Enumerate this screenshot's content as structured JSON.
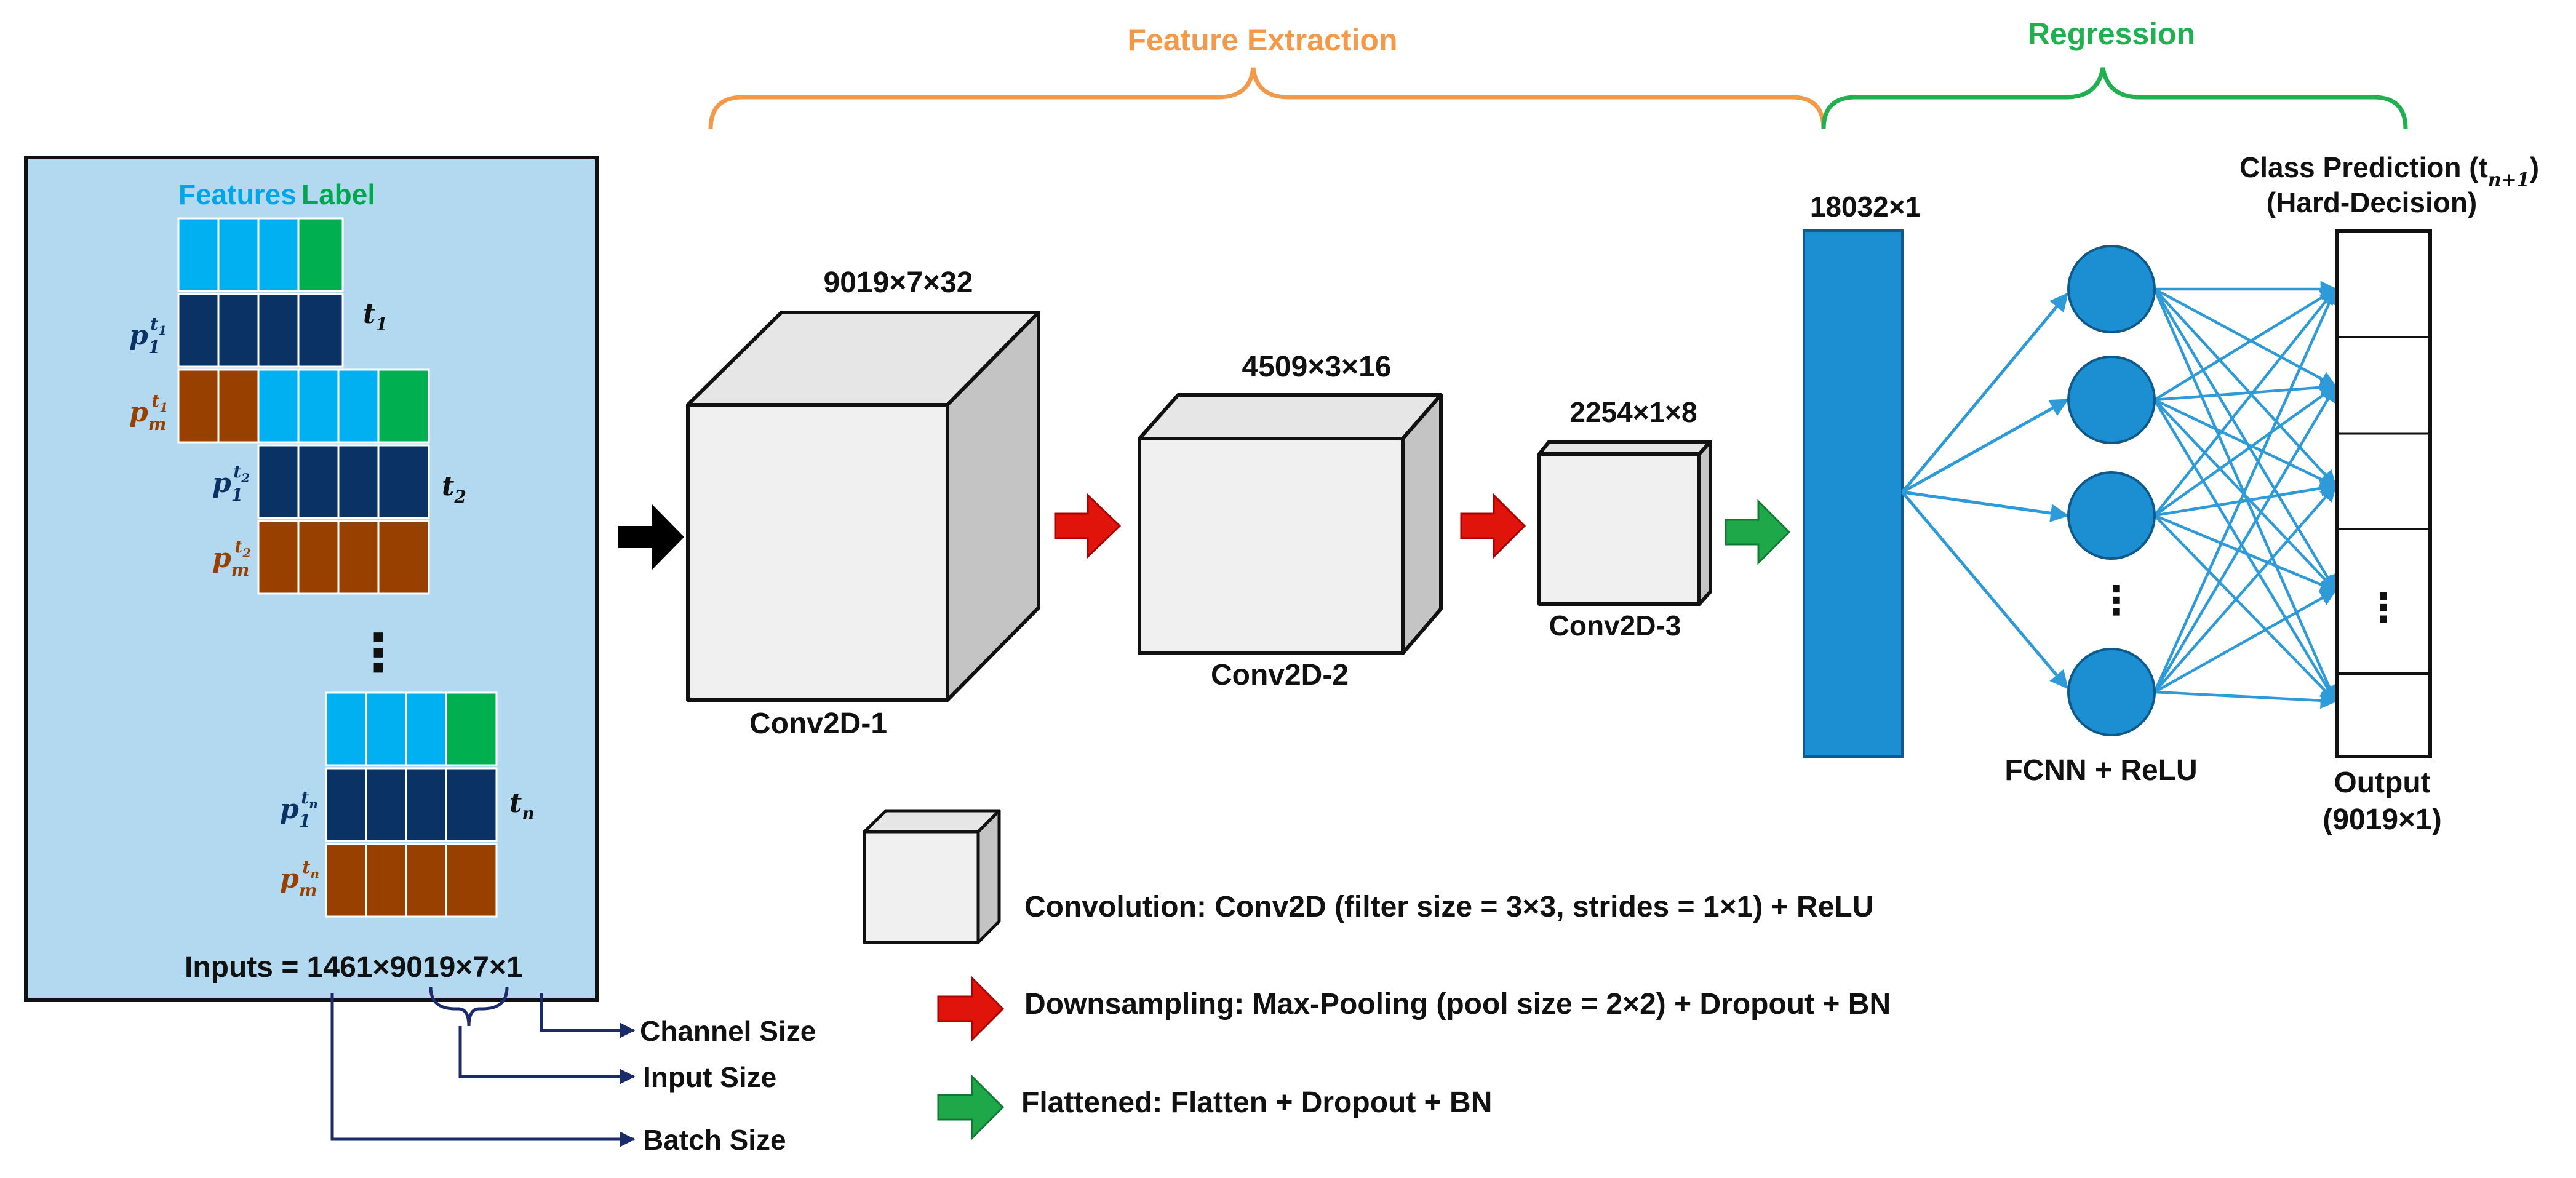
{
  "sections": {
    "feature_extraction": "Feature Extraction",
    "regression": "Regression"
  },
  "input_panel": {
    "features_label": "Features",
    "label_label": "Label",
    "time_labels": [
      "t",
      "t",
      "t"
    ],
    "time_subscripts": [
      "1",
      "2",
      "n"
    ],
    "row_p_symbol": "p",
    "row_sub_first": "1",
    "row_sub_last": "m",
    "vertical_ellipsis": "⋮",
    "inputs_label": "Inputs = 1461×9019×7×1"
  },
  "input_dims": {
    "channel": "Channel Size",
    "input": "Input Size",
    "batch": "Batch Size"
  },
  "layers": {
    "conv1": {
      "name": "Conv2D-1",
      "shape": "9019×7×32"
    },
    "conv2": {
      "name": "Conv2D-2",
      "shape": "4509×3×16"
    },
    "conv3": {
      "name": "Conv2D-3",
      "shape": "2254×1×8"
    },
    "flatten": {
      "shape": "18032×1"
    },
    "fcnn": {
      "name": "FCNN + ReLU",
      "ellipsis": "⋮"
    },
    "output": {
      "title_line1": "Class   Prediction (t",
      "title_sub": "n+1",
      "title_close": ")",
      "title_line2": "(Hard-Decision)",
      "ellipsis": "⋮",
      "label": "Output",
      "shape": "(9019×1)"
    }
  },
  "legend": {
    "convolution": "Convolution: Conv2D (filter size = 3×3, strides = 1×1) + ReLU",
    "downsampling": "Downsampling: Max-Pooling (pool size = 2×2) + Dropout + BN",
    "flattened": "Flattened: Flatten + Dropout + BN"
  },
  "colors": {
    "panel_bg": "#b3d9f0",
    "feature_cell": "#00b0f0",
    "label_cell": "#00b050",
    "p1_row": "#0a3264",
    "pm_row": "#974000",
    "feature_extraction": "#f39a4a",
    "regression": "#1fb050",
    "dense_blue": "#1b8fd2",
    "arrow_black": "#000000",
    "arrow_red": "#e0140a",
    "arrow_green": "#1fa84a",
    "cube_face": "#f0f0f0",
    "cube_side": "#c4c4c4",
    "cube_top": "#e6e6e6",
    "dim_lines": "#1a2a6a"
  }
}
